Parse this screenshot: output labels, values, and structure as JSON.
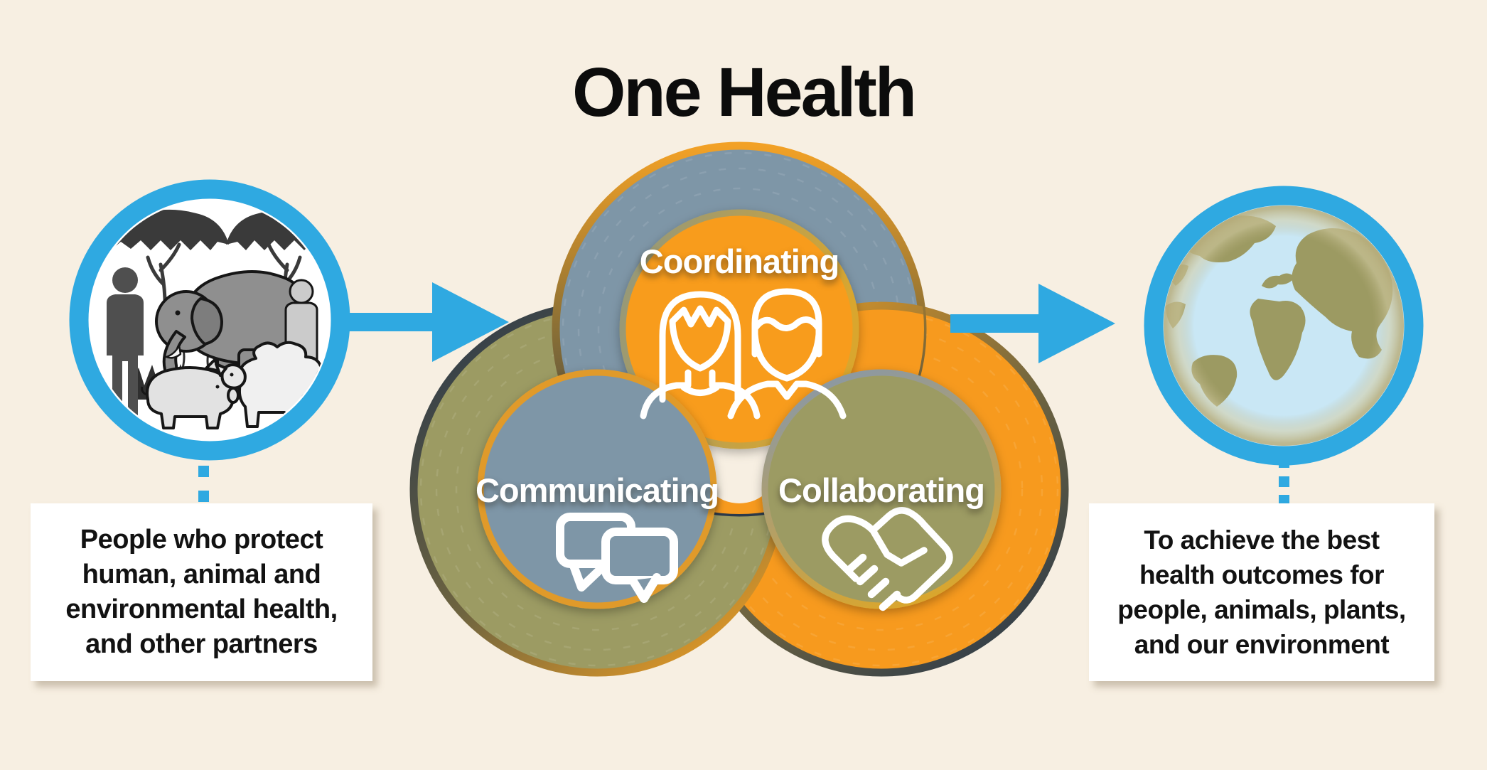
{
  "title": "One Health",
  "venn": {
    "coordinating": "Coordinating",
    "communicating": "Communicating",
    "collaborating": "Collaborating"
  },
  "left_box": {
    "text": "People who protect\nhuman, animal and\nenvironmental health,\nand other partners"
  },
  "right_box": {
    "text": "To achieve the best\nhealth outcomes for\npeople, animals, plants,\nand our environment"
  },
  "icons": {
    "left_circle": "people-animals-environment-illustration",
    "top_lobe": "two-people-icon",
    "bottom_left_lobe": "speech-bubbles-icon",
    "bottom_right_lobe": "handshake-icon",
    "right_circle": "globe-icon",
    "connectors": "right-arrow-icon"
  },
  "colors": {
    "background": "#F7EFE2",
    "accent_blue": "#2FA9E1",
    "orange": "#F89C1C",
    "slate_blue": "#7E96A7",
    "olive_green": "#9C9B63",
    "navy_rim": "#2C3A4A",
    "gold_rim": "#E89C25",
    "globe_water": "#C9E7F5",
    "globe_land": "#9C9A62",
    "box_background": "#FFFFFF",
    "text_dark": "#121212",
    "text_light": "#FFFFFF"
  }
}
